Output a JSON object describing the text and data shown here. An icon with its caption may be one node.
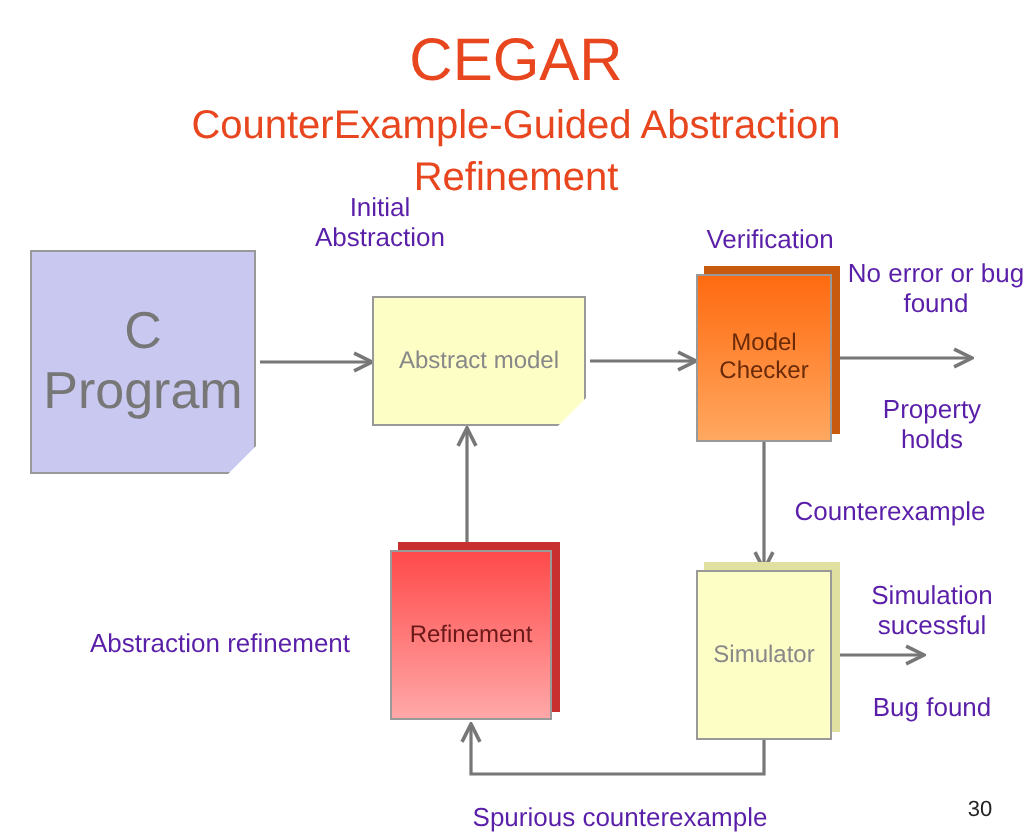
{
  "diagram": {
    "title": "CEGAR",
    "nodes": [
      {
        "text": [
          "C Program"
        ]
      },
      {
        "text": [
          "Abstract model"
        ]
      },
      {
        "text": [
          "Model Checker"
        ],
        "beside": [
          "Verification"
        ]
      },
      {
        "text": [
          "Refinement"
        ],
        "beside": [
          "Abstraction refinement"
        ]
      },
      {
        "text": [
          "Simulator"
        ]
      }
    ],
    "edges": [
      {
        "from": 0,
        "to": 1,
        "arrow": "to",
        "label": "Initial Abstraction"
      },
      {
        "from": 1,
        "to": 2,
        "arrow": "to"
      },
      {
        "from": 2,
        "to": null,
        "arrow": "to",
        "label": "No error or bug found"
      },
      {
        "from": 2,
        "to": 4,
        "arrow": "to",
        "label": "Counterexample"
      },
      {
        "from": 4,
        "to": null,
        "arrow": "to",
        "label": "Simulation sucessful"
      },
      {
        "from": 4,
        "to": 3,
        "arrow": "to",
        "label": "Spurious counterexample"
      },
      {
        "from": 3,
        "to": 1,
        "arrow": "to"
      }
    ],
    "labels": [
      "CounterExample-Guided Abstraction Refinement",
      "Property holds",
      "Bug found",
      "30"
    ]
  }
}
